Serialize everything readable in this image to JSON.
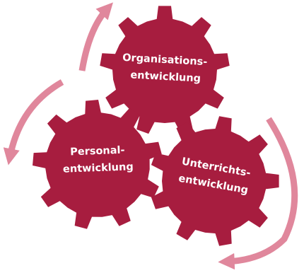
{
  "colors": {
    "gear": "#a71d3f",
    "arrow": "#e0879c",
    "text": "#ffffff"
  },
  "gears": [
    {
      "id": "organisation",
      "line1": "Organisations-",
      "line2": "entwicklung"
    },
    {
      "id": "personal",
      "line1": "Personal-",
      "line2": "entwicklung"
    },
    {
      "id": "unterricht",
      "line1": "Unterrichts-",
      "line2": "entwicklung"
    }
  ],
  "arrows": [
    {
      "id": "arrow-top",
      "direction": "up"
    },
    {
      "id": "arrow-left",
      "direction": "down-left"
    },
    {
      "id": "arrow-right",
      "direction": "down-left"
    }
  ]
}
